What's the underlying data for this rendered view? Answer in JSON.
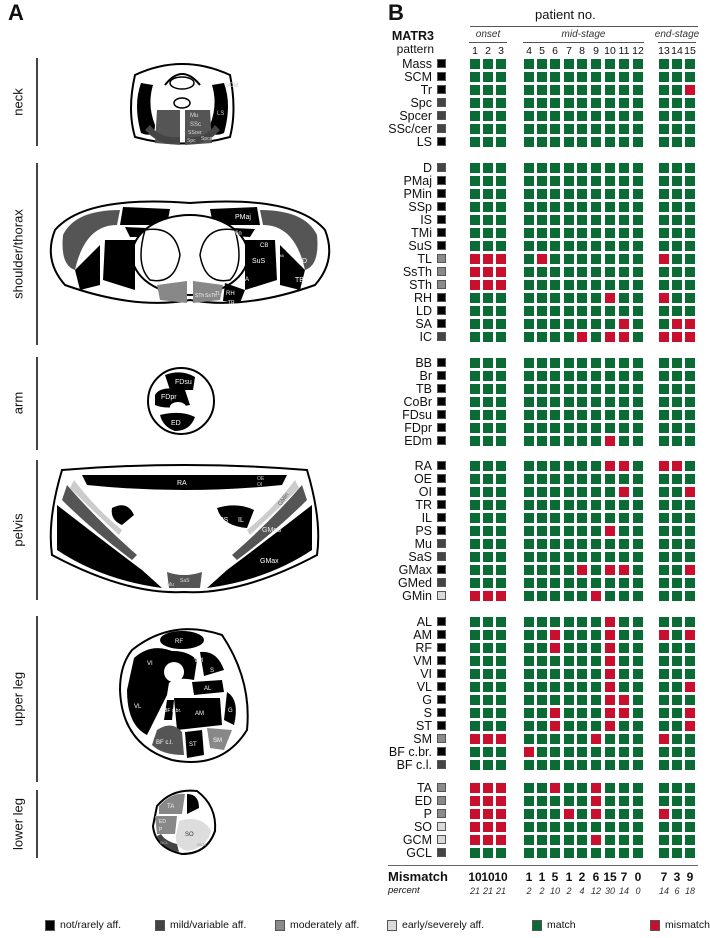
{
  "panel_a": {
    "letter": "A",
    "sections": [
      {
        "label": "neck",
        "muscles": [
          "SCM",
          "LS",
          "Mu",
          "SSc",
          "SScer",
          "Spcer",
          "Spc"
        ]
      },
      {
        "label": "shoulder/thorax",
        "muscles": [
          "PMaj",
          "PMin",
          "BB",
          "CB",
          "TMi",
          "SuS",
          "D",
          "TB",
          "SA",
          "IS",
          "LD",
          "RH",
          "TR",
          "STh",
          "SsTh",
          "TL"
        ]
      },
      {
        "label": "arm",
        "muscles": [
          "FDsu",
          "FDpr",
          "ED"
        ]
      },
      {
        "label": "pelvis",
        "muscles": [
          "RA",
          "OE",
          "OI",
          "PS",
          "IL",
          "GMin",
          "GMed",
          "GMax",
          "Mu",
          "SaS"
        ]
      },
      {
        "label": "upper leg",
        "muscles": [
          "RF",
          "VI",
          "VM",
          "S",
          "AL",
          "G",
          "VL",
          "BF c.br.",
          "AM",
          "BF c.l.",
          "ST",
          "SM"
        ]
      },
      {
        "label": "lower leg",
        "muscles": [
          "TA",
          "ED",
          "P",
          "SO",
          "GCL",
          "GCM"
        ]
      }
    ]
  },
  "chart_data": {
    "type": "heatmap",
    "panel_letter": "B",
    "xlabel": "patient no.",
    "row_header": [
      "MATR3",
      "pattern"
    ],
    "patients": [
      1,
      2,
      3,
      4,
      5,
      6,
      7,
      8,
      9,
      10,
      11,
      12,
      13,
      14,
      15
    ],
    "groups": [
      {
        "name": "onset",
        "patients": [
          1,
          2,
          3
        ]
      },
      {
        "name": "mid-stage",
        "patients": [
          4,
          5,
          6,
          7,
          8,
          9,
          10,
          11,
          12
        ]
      },
      {
        "name": "end-stage",
        "patients": [
          13,
          14,
          15
        ]
      }
    ],
    "pattern_levels": [
      "not/rarely aff.",
      "mild/variable aff.",
      "moderately aff.",
      "early/severely aff."
    ],
    "pattern_colors": [
      "#000000",
      "#444444",
      "#8a8a8a",
      "#d9d9d9"
    ],
    "match_color": "#0a6b35",
    "mismatch_color": "#c8102e",
    "legend": {
      "match": "match",
      "mismatch": "mismatch"
    },
    "sections": [
      {
        "region": "neck",
        "rows": [
          {
            "muscle": "Mass",
            "pattern": 0,
            "mismatch": []
          },
          {
            "muscle": "SCM",
            "pattern": 0,
            "mismatch": []
          },
          {
            "muscle": "Tr",
            "pattern": 0,
            "mismatch": [
              15
            ]
          },
          {
            "muscle": "Spc",
            "pattern": 1,
            "mismatch": []
          },
          {
            "muscle": "Spcer",
            "pattern": 1,
            "mismatch": []
          },
          {
            "muscle": "SSc/cer",
            "pattern": 1,
            "mismatch": []
          },
          {
            "muscle": "LS",
            "pattern": 0,
            "mismatch": []
          }
        ]
      },
      {
        "region": "shoulder/thorax",
        "rows": [
          {
            "muscle": "D",
            "pattern": 1,
            "mismatch": []
          },
          {
            "muscle": "PMaj",
            "pattern": 0,
            "mismatch": []
          },
          {
            "muscle": "PMin",
            "pattern": 0,
            "mismatch": []
          },
          {
            "muscle": "SSp",
            "pattern": 0,
            "mismatch": []
          },
          {
            "muscle": "IS",
            "pattern": 0,
            "mismatch": []
          },
          {
            "muscle": "TMi",
            "pattern": 0,
            "mismatch": []
          },
          {
            "muscle": "SuS",
            "pattern": 0,
            "mismatch": []
          },
          {
            "muscle": "TL",
            "pattern": 2,
            "mismatch": [
              1,
              2,
              3,
              5,
              13
            ]
          },
          {
            "muscle": "SsTh",
            "pattern": 2,
            "mismatch": [
              1,
              2,
              3
            ]
          },
          {
            "muscle": "STh",
            "pattern": 2,
            "mismatch": [
              1,
              2,
              3
            ]
          },
          {
            "muscle": "RH",
            "pattern": 0,
            "mismatch": [
              10,
              13
            ]
          },
          {
            "muscle": "LD",
            "pattern": 0,
            "mismatch": []
          },
          {
            "muscle": "SA",
            "pattern": 0,
            "mismatch": [
              11,
              14,
              15
            ]
          },
          {
            "muscle": "IC",
            "pattern": 1,
            "mismatch": [
              8,
              10,
              11,
              13,
              14,
              15
            ]
          }
        ]
      },
      {
        "region": "arm",
        "rows": [
          {
            "muscle": "BB",
            "pattern": 0,
            "mismatch": []
          },
          {
            "muscle": "Br",
            "pattern": 0,
            "mismatch": []
          },
          {
            "muscle": "TB",
            "pattern": 0,
            "mismatch": []
          },
          {
            "muscle": "CoBr",
            "pattern": 0,
            "mismatch": []
          },
          {
            "muscle": "FDsu",
            "pattern": 0,
            "mismatch": []
          },
          {
            "muscle": "FDpr",
            "pattern": 0,
            "mismatch": []
          },
          {
            "muscle": "EDm",
            "pattern": 0,
            "mismatch": [
              10
            ]
          }
        ]
      },
      {
        "region": "pelvis",
        "rows": [
          {
            "muscle": "RA",
            "pattern": 0,
            "mismatch": [
              10,
              11,
              13,
              14
            ]
          },
          {
            "muscle": "OE",
            "pattern": 0,
            "mismatch": []
          },
          {
            "muscle": "OI",
            "pattern": 0,
            "mismatch": [
              11,
              15
            ]
          },
          {
            "muscle": "TR",
            "pattern": 0,
            "mismatch": []
          },
          {
            "muscle": "IL",
            "pattern": 0,
            "mismatch": []
          },
          {
            "muscle": "PS",
            "pattern": 0,
            "mismatch": [
              10
            ]
          },
          {
            "muscle": "Mu",
            "pattern": 1,
            "mismatch": []
          },
          {
            "muscle": "SaS",
            "pattern": 1,
            "mismatch": []
          },
          {
            "muscle": "GMax",
            "pattern": 0,
            "mismatch": [
              8,
              10,
              11,
              15
            ]
          },
          {
            "muscle": "GMed",
            "pattern": 1,
            "mismatch": []
          },
          {
            "muscle": "GMin",
            "pattern": 3,
            "mismatch": [
              1,
              2,
              3,
              9
            ]
          }
        ]
      },
      {
        "region": "upper leg",
        "rows": [
          {
            "muscle": "AL",
            "pattern": 0,
            "mismatch": [
              10
            ]
          },
          {
            "muscle": "AM",
            "pattern": 0,
            "mismatch": [
              6,
              10,
              13,
              15
            ]
          },
          {
            "muscle": "RF",
            "pattern": 0,
            "mismatch": [
              6,
              10
            ]
          },
          {
            "muscle": "VM",
            "pattern": 0,
            "mismatch": [
              10
            ]
          },
          {
            "muscle": "VI",
            "pattern": 0,
            "mismatch": [
              10
            ]
          },
          {
            "muscle": "VL",
            "pattern": 0,
            "mismatch": [
              10,
              15
            ]
          },
          {
            "muscle": "G",
            "pattern": 0,
            "mismatch": [
              10,
              11
            ]
          },
          {
            "muscle": "S",
            "pattern": 0,
            "mismatch": [
              6,
              10,
              11,
              15
            ]
          },
          {
            "muscle": "ST",
            "pattern": 0,
            "mismatch": [
              6,
              10,
              15
            ]
          },
          {
            "muscle": "SM",
            "pattern": 2,
            "mismatch": [
              1,
              2,
              3,
              9,
              13
            ]
          },
          {
            "muscle": "BF c.br.",
            "pattern": 0,
            "mismatch": [
              4
            ]
          },
          {
            "muscle": "BF c.l.",
            "pattern": 1,
            "mismatch": []
          }
        ]
      },
      {
        "region": "lower leg",
        "rows": [
          {
            "muscle": "TA",
            "pattern": 2,
            "mismatch": [
              1,
              2,
              3,
              6,
              9
            ]
          },
          {
            "muscle": "ED",
            "pattern": 2,
            "mismatch": [
              1,
              2,
              3,
              9
            ]
          },
          {
            "muscle": "P",
            "pattern": 2,
            "mismatch": [
              1,
              2,
              3,
              7,
              9,
              13
            ]
          },
          {
            "muscle": "SO",
            "pattern": 3,
            "mismatch": [
              1,
              2,
              3
            ]
          },
          {
            "muscle": "GCM",
            "pattern": 3,
            "mismatch": [
              1,
              2,
              3,
              9
            ]
          },
          {
            "muscle": "GCL",
            "pattern": 1,
            "mismatch": []
          }
        ]
      }
    ],
    "summary": {
      "mismatch_label": "Mismatch",
      "percent_label": "percent",
      "mismatch_counts": [
        10,
        10,
        10,
        1,
        1,
        5,
        1,
        2,
        6,
        15,
        7,
        0,
        7,
        3,
        9
      ],
      "mismatch_percent": [
        21,
        21,
        21,
        2,
        2,
        10,
        2,
        4,
        12,
        30,
        14,
        0,
        14,
        6,
        18
      ]
    }
  }
}
